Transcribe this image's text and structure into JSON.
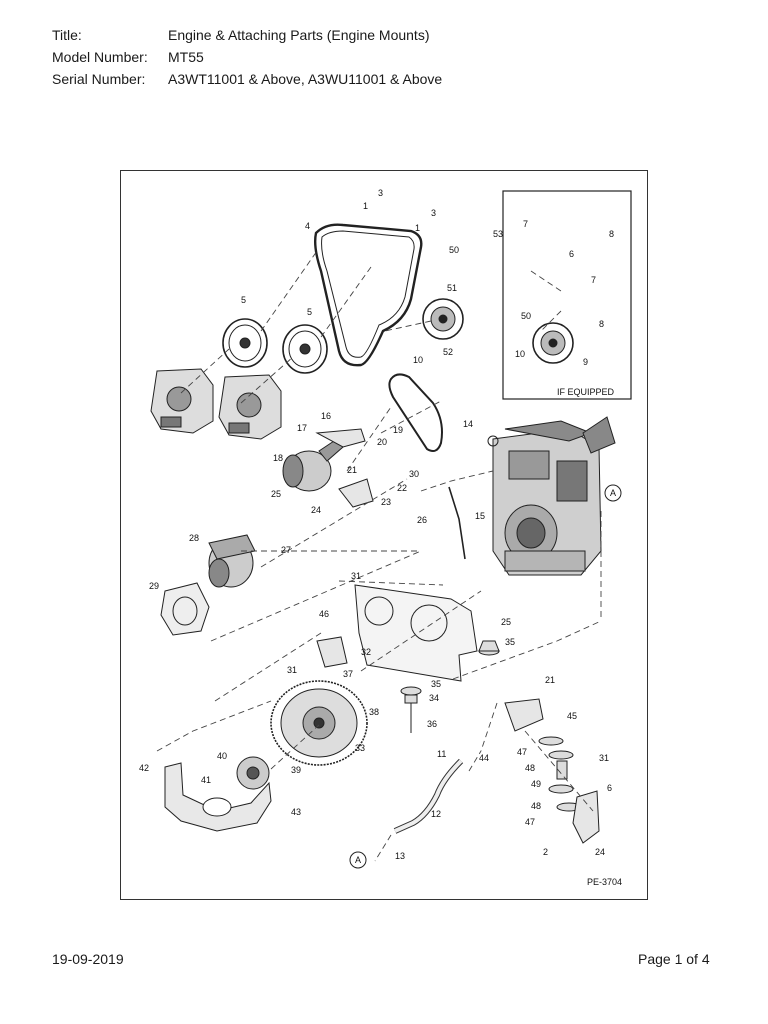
{
  "header": {
    "title_label": "Title:",
    "title_value": "Engine & Attaching Parts (Engine Mounts)",
    "model_label": "Model Number:",
    "model_value": "MT55",
    "serial_label": "Serial Number:",
    "serial_value": "A3WT11001 & Above, A3WU11001 & Above"
  },
  "diagram": {
    "inset_label": "IF EQUIPPED",
    "figure_code": "PE-3704",
    "callouts": {
      "c3a": "3",
      "c1a": "1",
      "c3b": "3",
      "c1b": "1",
      "c7a": "7",
      "c53": "53",
      "c4": "4",
      "c8a": "8",
      "c6a": "6",
      "c50a": "50",
      "c51": "51",
      "c7b": "7",
      "c50b": "50",
      "c8b": "8",
      "c5a": "5",
      "c5b": "5",
      "c10a": "10",
      "c52": "52",
      "c10b": "10",
      "c9": "9",
      "c14": "14",
      "c16": "16",
      "c17": "17",
      "c19": "19",
      "c20": "20",
      "c18": "18",
      "c21a": "21",
      "c30": "30",
      "c22": "22",
      "c23": "23",
      "c25a": "25",
      "c24a": "24",
      "c26": "26",
      "c15": "15",
      "cAa": "A",
      "c28": "28",
      "c27": "27",
      "c29": "29",
      "c31a": "31",
      "c46": "46",
      "c25b": "25",
      "c35a": "35",
      "c32": "32",
      "c31b": "31",
      "c37": "37",
      "c35b": "35",
      "c34": "34",
      "c21b": "21",
      "c38": "38",
      "c36": "36",
      "c45": "45",
      "c33": "33",
      "c40": "40",
      "c39": "39",
      "c41": "41",
      "c42": "42",
      "c43": "43",
      "c11": "11",
      "c44": "44",
      "c47a": "47",
      "c31c": "31",
      "c48a": "48",
      "c49": "49",
      "c6b": "6",
      "c48b": "48",
      "c47b": "47",
      "c12": "12",
      "c2": "2",
      "c24b": "24",
      "cAb": "A",
      "c13": "13"
    }
  },
  "footer": {
    "date": "19-09-2019",
    "page": "Page 1 of 4"
  }
}
